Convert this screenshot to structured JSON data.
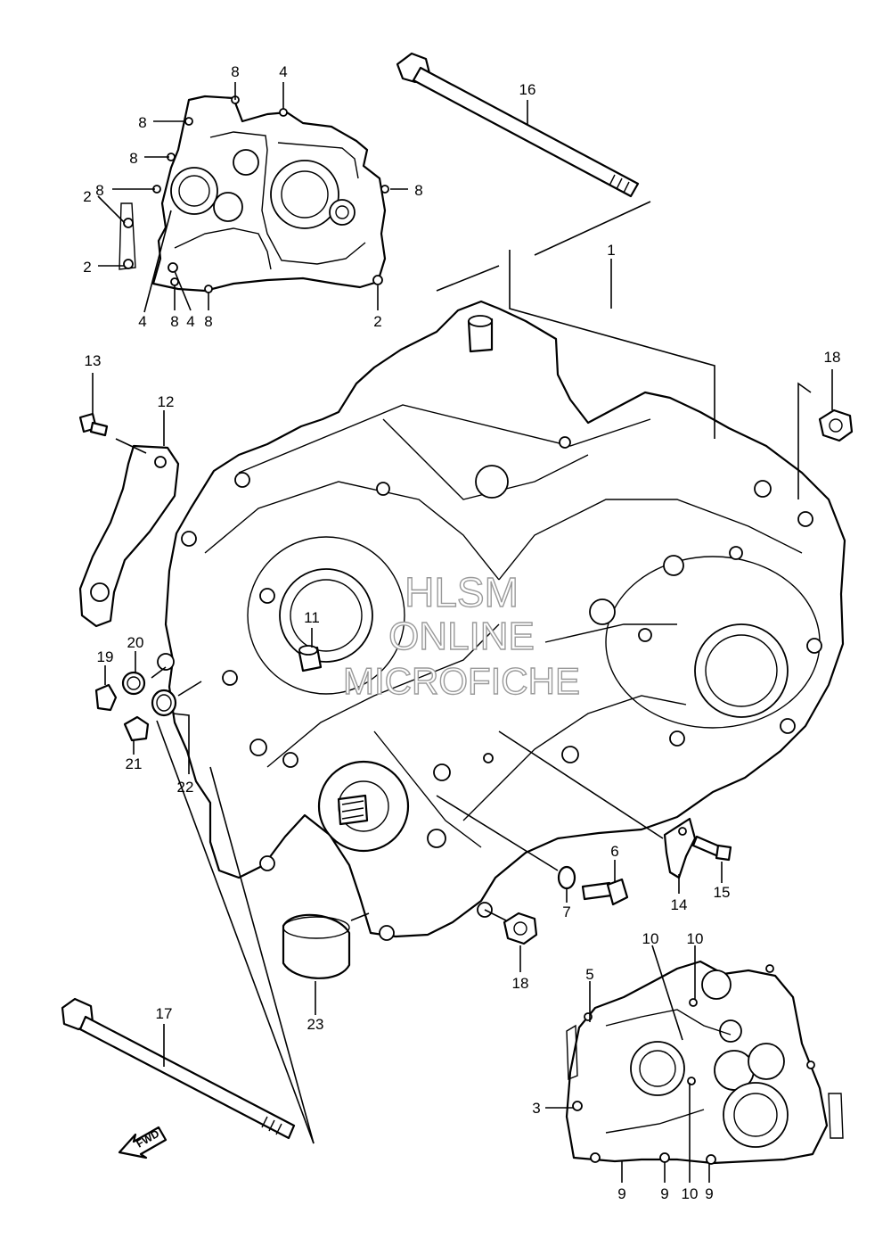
{
  "watermark": {
    "line1": "HLSM",
    "line2": "ONLINE",
    "line3": "MICROFICHE"
  },
  "direction_marker": "FWD",
  "callouts": [
    {
      "id": "c-8-a",
      "text": "8"
    },
    {
      "id": "c-4-a",
      "text": "4"
    },
    {
      "id": "c-8-b",
      "text": "8"
    },
    {
      "id": "c-8-c",
      "text": "8"
    },
    {
      "id": "c-8-d",
      "text": "8"
    },
    {
      "id": "c-8-e",
      "text": "8"
    },
    {
      "id": "c-2-a",
      "text": "2"
    },
    {
      "id": "c-2-b",
      "text": "2"
    },
    {
      "id": "c-4-b",
      "text": "4"
    },
    {
      "id": "c-8-f",
      "text": "8"
    },
    {
      "id": "c-4-c",
      "text": "4"
    },
    {
      "id": "c-8-g",
      "text": "8"
    },
    {
      "id": "c-2-c",
      "text": "2"
    },
    {
      "id": "c-16",
      "text": "16"
    },
    {
      "id": "c-1",
      "text": "1"
    },
    {
      "id": "c-13",
      "text": "13"
    },
    {
      "id": "c-12",
      "text": "12"
    },
    {
      "id": "c-18-a",
      "text": "18"
    },
    {
      "id": "c-11",
      "text": "11"
    },
    {
      "id": "c-20",
      "text": "20"
    },
    {
      "id": "c-19",
      "text": "19"
    },
    {
      "id": "c-21",
      "text": "21"
    },
    {
      "id": "c-22",
      "text": "22"
    },
    {
      "id": "c-6",
      "text": "6"
    },
    {
      "id": "c-7",
      "text": "7"
    },
    {
      "id": "c-14",
      "text": "14"
    },
    {
      "id": "c-15",
      "text": "15"
    },
    {
      "id": "c-18-b",
      "text": "18"
    },
    {
      "id": "c-23",
      "text": "23"
    },
    {
      "id": "c-17",
      "text": "17"
    },
    {
      "id": "c-10-a",
      "text": "10"
    },
    {
      "id": "c-10-b",
      "text": "10"
    },
    {
      "id": "c-5",
      "text": "5"
    },
    {
      "id": "c-3",
      "text": "3"
    },
    {
      "id": "c-9-a",
      "text": "9"
    },
    {
      "id": "c-9-b",
      "text": "9"
    },
    {
      "id": "c-10-c",
      "text": "10"
    },
    {
      "id": "c-9-c",
      "text": "9"
    }
  ]
}
